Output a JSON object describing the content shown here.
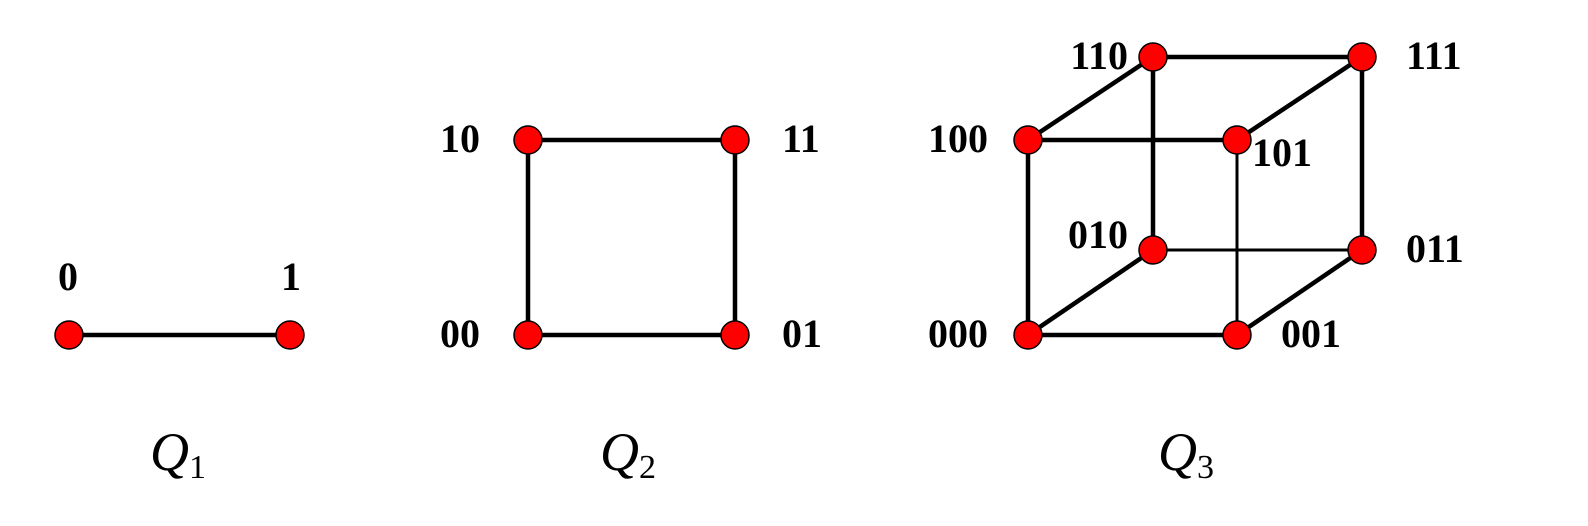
{
  "colors": {
    "node_fill": "#ff0000",
    "edge": "#000000",
    "label": "#000000",
    "background": "#ffffff"
  },
  "graphs": [
    {
      "name": "Q1",
      "caption_letter": "Q",
      "caption_index": "1",
      "nodes": [
        {
          "id": "0",
          "label": "0"
        },
        {
          "id": "1",
          "label": "1"
        }
      ],
      "edges": [
        [
          "0",
          "1"
        ]
      ]
    },
    {
      "name": "Q2",
      "caption_letter": "Q",
      "caption_index": "2",
      "nodes": [
        {
          "id": "00",
          "label": "00"
        },
        {
          "id": "01",
          "label": "01"
        },
        {
          "id": "10",
          "label": "10"
        },
        {
          "id": "11",
          "label": "11"
        }
      ],
      "edges": [
        [
          "00",
          "01"
        ],
        [
          "00",
          "10"
        ],
        [
          "01",
          "11"
        ],
        [
          "10",
          "11"
        ]
      ]
    },
    {
      "name": "Q3",
      "caption_letter": "Q",
      "caption_index": "3",
      "nodes": [
        {
          "id": "000",
          "label": "000"
        },
        {
          "id": "001",
          "label": "001"
        },
        {
          "id": "010",
          "label": "010"
        },
        {
          "id": "011",
          "label": "011"
        },
        {
          "id": "100",
          "label": "100"
        },
        {
          "id": "101",
          "label": "101"
        },
        {
          "id": "110",
          "label": "110"
        },
        {
          "id": "111",
          "label": "111"
        }
      ],
      "edges": [
        [
          "000",
          "001"
        ],
        [
          "000",
          "010"
        ],
        [
          "000",
          "100"
        ],
        [
          "001",
          "011"
        ],
        [
          "001",
          "101"
        ],
        [
          "010",
          "011"
        ],
        [
          "010",
          "110"
        ],
        [
          "011",
          "111"
        ],
        [
          "100",
          "101"
        ],
        [
          "100",
          "110"
        ],
        [
          "101",
          "111"
        ],
        [
          "110",
          "111"
        ]
      ]
    }
  ]
}
